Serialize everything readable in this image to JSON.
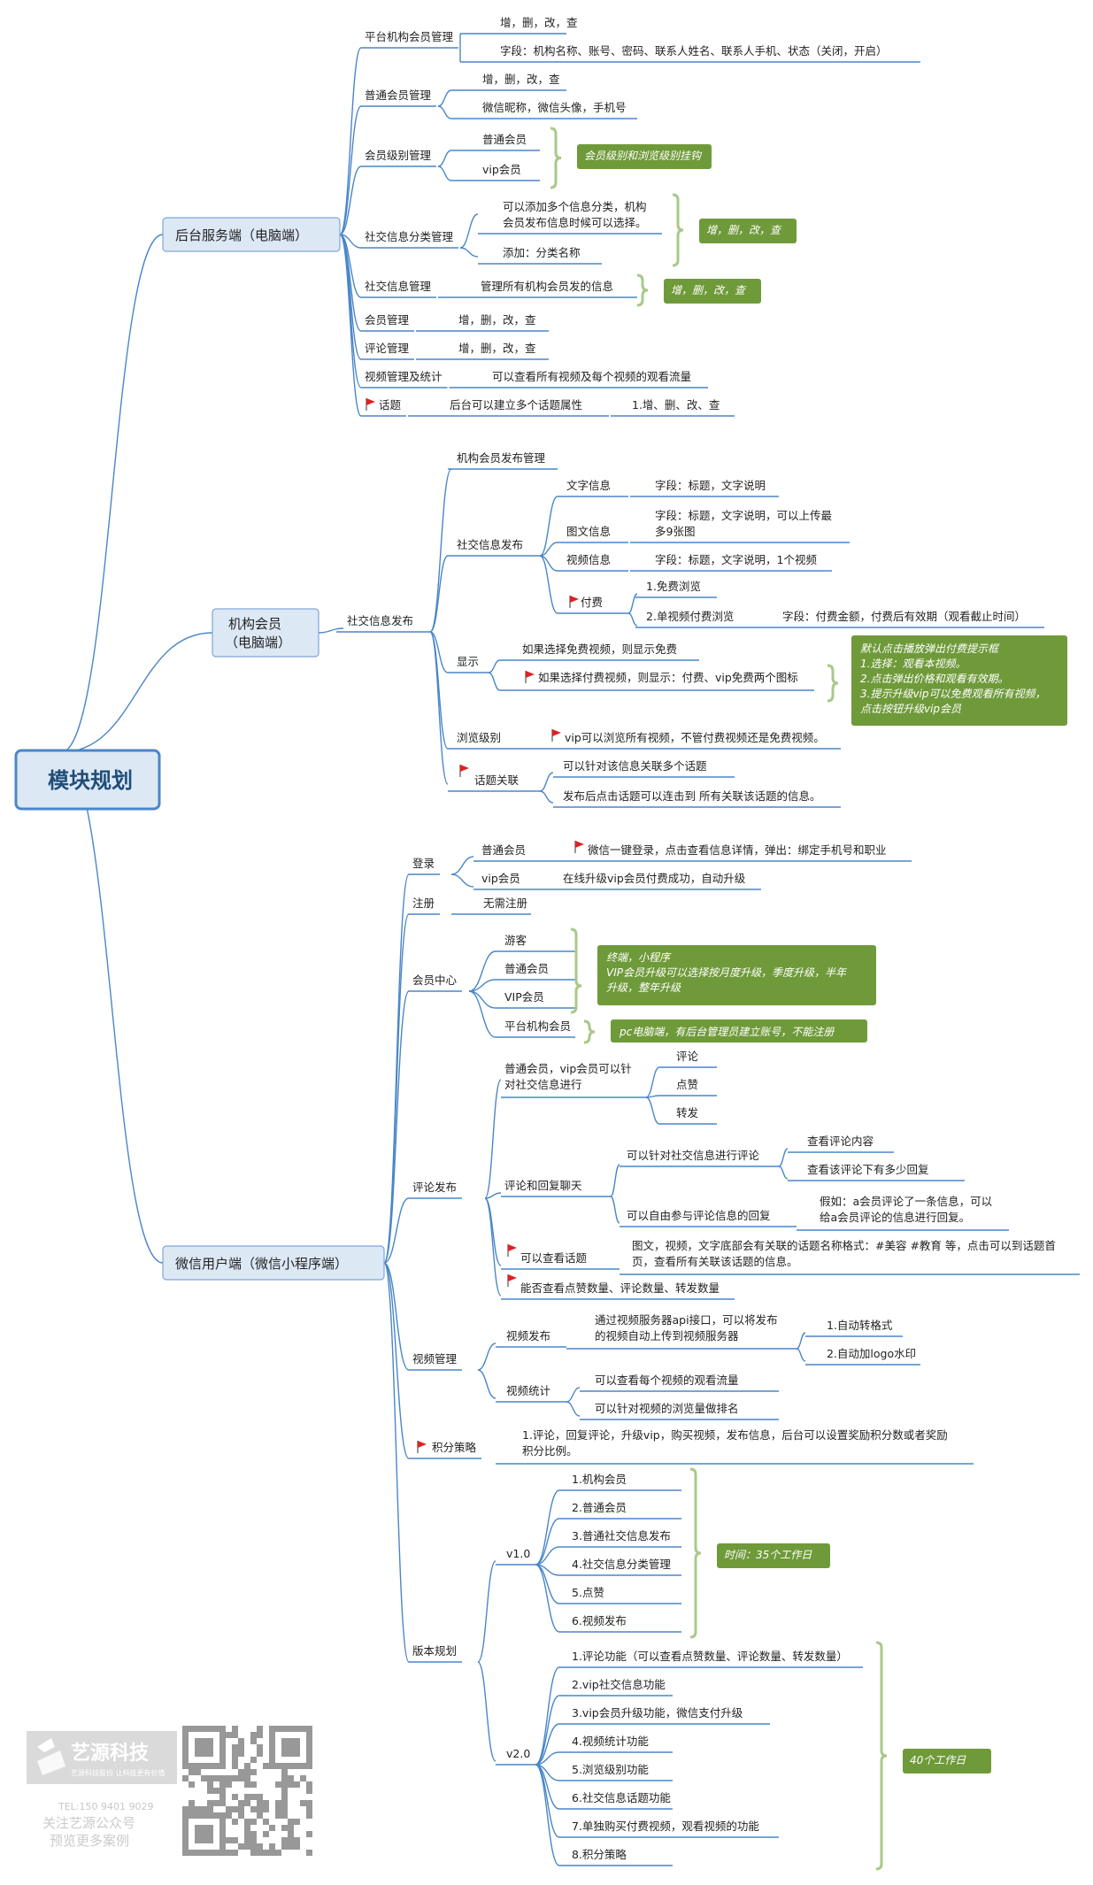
{
  "root": "模块规划",
  "branches": [
    {
      "label": "后台服务端（电脑端）",
      "children": [
        {
          "label": "平台机构会员管理",
          "children": [
            {
              "label": "增，删，改，查"
            },
            {
              "label": "字段：机构名称、账号、密码、联系人姓名、联系人手机、状态（关闭，开启）"
            }
          ]
        },
        {
          "label": "普通会员管理",
          "children": [
            {
              "label": "增，删，改，查"
            },
            {
              "label": "微信昵称，微信头像，手机号"
            }
          ]
        },
        {
          "label": "会员级别管理",
          "children": [
            {
              "label": "普通会员"
            },
            {
              "label": "vip会员"
            }
          ],
          "note": "会员级别和浏览级别挂钩"
        },
        {
          "label": "社交信息分类管理",
          "children": [
            {
              "label": "可以添加多个信息分类，机构会员发布信息时候可以选择。"
            },
            {
              "label": "添加：分类名称"
            }
          ],
          "note": "增，删，改，查"
        },
        {
          "label": "社交信息管理",
          "children": [
            {
              "label": "管理所有机构会员发的信息"
            }
          ],
          "note": "增，删，改，查"
        },
        {
          "label": "会员管理",
          "children": [
            {
              "label": "增，删，改，查"
            }
          ]
        },
        {
          "label": "评论管理",
          "children": [
            {
              "label": "增，删，改，查"
            }
          ]
        },
        {
          "label": "视频管理及统计",
          "children": [
            {
              "label": "可以查看所有视频及每个视频的观看流量"
            }
          ]
        },
        {
          "label": "话题",
          "flag": true,
          "children": [
            {
              "label": "后台可以建立多个话题属性",
              "children": [
                {
                  "label": "1.增、删、改、查"
                }
              ]
            }
          ]
        }
      ]
    },
    {
      "label": "机构会员（电脑端）",
      "children": [
        {
          "label": "社交信息发布",
          "children": [
            {
              "label": "机构会员发布管理"
            },
            {
              "label": "社交信息发布",
              "children": [
                {
                  "label": "文字信息",
                  "children": [
                    {
                      "label": "字段：标题，文字说明"
                    }
                  ]
                },
                {
                  "label": "图文信息",
                  "children": [
                    {
                      "label": "字段：标题，文字说明，可以上传最多9张图"
                    }
                  ]
                },
                {
                  "label": "视频信息",
                  "children": [
                    {
                      "label": "字段：标题，文字说明，1个视频"
                    }
                  ]
                },
                {
                  "label": "付费",
                  "flag": true,
                  "children": [
                    {
                      "label": "1.免费浏览"
                    },
                    {
                      "label": "2.单视频付费浏览",
                      "children": [
                        {
                          "label": "字段：付费金额，付费后有效期（观看截止时间）"
                        }
                      ]
                    }
                  ]
                }
              ]
            },
            {
              "label": "显示",
              "children": [
                {
                  "label": "如果选择免费视频，则显示免费"
                },
                {
                  "label": "如果选择付费视频，则显示：付费、vip免费两个图标",
                  "flag": true
                }
              ],
              "note": "默认点击播放弹出付费提示框 1.选择：观看本视频。 2.点击弹出价格和观看有效期。 3.提示升级vip可以免费观看所有视频，点击按钮升级vip会员"
            },
            {
              "label": "浏览级别",
              "children": [
                {
                  "label": "vip可以浏览所有视频，不管付费视频还是免费视频。",
                  "flag": true
                }
              ]
            },
            {
              "label": "话题关联",
              "flag": true,
              "children": [
                {
                  "label": "可以针对该信息关联多个话题"
                },
                {
                  "label": "发布后点击话题可以连击到 所有关联该话题的信息。"
                }
              ]
            }
          ]
        }
      ]
    },
    {
      "label": "微信用户端（微信小程序端）",
      "children": [
        {
          "label": "登录",
          "children": [
            {
              "label": "普通会员",
              "children": [
                {
                  "label": "微信一键登录，点击查看信息详情，弹出：绑定手机号和职业",
                  "flag": true
                }
              ]
            },
            {
              "label": "vip会员",
              "children": [
                {
                  "label": "在线升级vip会员付费成功，自动升级"
                }
              ]
            }
          ]
        },
        {
          "label": "注册",
          "children": [
            {
              "label": "无需注册"
            }
          ]
        },
        {
          "label": "会员中心",
          "children": [
            {
              "label": "游客"
            },
            {
              "label": "普通会员"
            },
            {
              "label": "VIP会员"
            },
            {
              "label": "平台机构会员"
            }
          ],
          "note": "终端，小程序 VIP会员升级可以选择按月度升级，季度升级，半年升级，整年升级",
          "note2": "pc电脑端，有后台管理员建立账号，不能注册"
        },
        {
          "label": "评论发布",
          "children": [
            {
              "label": "普通会员，vip会员可以针对社交信息进行",
              "children": [
                {
                  "label": "评论"
                },
                {
                  "label": "点赞"
                },
                {
                  "label": "转发"
                }
              ]
            },
            {
              "label": "评论和回复聊天",
              "children": [
                {
                  "label": "可以针对社交信息进行评论",
                  "children": [
                    {
                      "label": "查看评论内容"
                    },
                    {
                      "label": "查看该评论下有多少回复"
                    }
                  ]
                },
                {
                  "label": "可以自由参与评论信息的回复",
                  "children": [
                    {
                      "label": "假如：a会员评论了一条信息，可以给a会员评论的信息进行回复。"
                    }
                  ]
                }
              ]
            },
            {
              "label": "可以查看话题",
              "flag": true,
              "children": [
                {
                  "label": "图文，视频，文字底部会有关联的话题名称格式：#美容 #教育 等，点击可以到话题首页，查看所有关联该话题的信息。"
                }
              ]
            },
            {
              "label": "能否查看点赞数量、评论数量、转发数量",
              "flag": true
            }
          ]
        },
        {
          "label": "视频管理",
          "children": [
            {
              "label": "视频发布",
              "children": [
                {
                  "label": "通过视频服务器api接口，可以将发布的视频自动上传到视频服务器",
                  "children": [
                    {
                      "label": "1.自动转格式"
                    },
                    {
                      "label": "2.自动加logo水印"
                    }
                  ]
                }
              ]
            },
            {
              "label": "视频统计",
              "children": [
                {
                  "label": "可以查看每个视频的观看流量"
                },
                {
                  "label": "可以针对视频的浏览量做排名"
                }
              ]
            }
          ]
        },
        {
          "label": "积分策略",
          "flag": true,
          "children": [
            {
              "label": "1.评论，回复评论，升级vip，购买视频，发布信息，后台可以设置奖励积分数或者奖励积分比例。"
            }
          ]
        },
        {
          "label": "版本规划",
          "children": [
            {
              "label": "v1.0",
              "children": [
                {
                  "label": "1.机构会员"
                },
                {
                  "label": "2.普通会员"
                },
                {
                  "label": "3.普通社交信息发布"
                },
                {
                  "label": "4.社交信息分类管理"
                },
                {
                  "label": "5.点赞"
                },
                {
                  "label": "6.视频发布"
                }
              ],
              "note": "时间：35个工作日"
            },
            {
              "label": "v2.0",
              "children": [
                {
                  "label": "1.评论功能（可以查看点赞数量、评论数量、转发数量）"
                },
                {
                  "label": "2.vip社交信息功能"
                },
                {
                  "label": "3.vip会员升级功能，微信支付升级"
                },
                {
                  "label": "4.视频统计功能"
                },
                {
                  "label": "5.浏览级别功能"
                },
                {
                  "label": "6.社交信息话题功能"
                },
                {
                  "label": "7.单独购买付费视频，观看视频的功能"
                },
                {
                  "label": "8.积分策略"
                }
              ],
              "note": "40个工作日"
            }
          ]
        }
      ]
    }
  ],
  "watermark": {
    "logo_text": "艺源科技",
    "tagline": "艺源科技股份 让科技更有价值",
    "tel": "TEL:150 9401 9029",
    "follow": "关注艺源公众号",
    "preview": "预览更多案例"
  },
  "colors": {
    "line": "#4a86c8",
    "note_bg": "#6f9a3a",
    "bracket": "#a9c98b",
    "root_bg": "#dde8f5",
    "root_border": "#4a86c8",
    "root_text": "#1f4e79",
    "l1_bg": "#dde8f5",
    "flag": "#e02020"
  }
}
